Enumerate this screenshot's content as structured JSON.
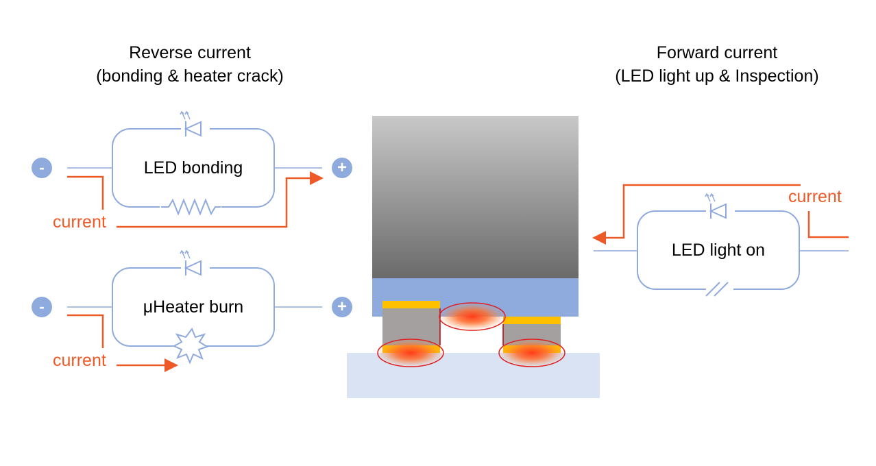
{
  "left_title": {
    "line1": "Reverse current",
    "line2": "(bonding & heater crack)"
  },
  "right_title": {
    "line1": "Forward current",
    "line2": "(LED light up & Inspection)"
  },
  "circuits": {
    "bonding": {
      "label": "LED bonding",
      "current_label": "current",
      "minus": "-",
      "plus": "+"
    },
    "heater": {
      "label": "μHeater burn",
      "current_label": "current",
      "minus": "-",
      "plus": "+"
    },
    "light": {
      "label": "LED light on",
      "current_label": "current"
    }
  },
  "colors": {
    "circuit_blue": "#8faadc",
    "current_orange": "#ed5a27",
    "terminal_blue": "#8faadc",
    "chip_dark": "#6a6a6a",
    "chip_light": "#c8c8c8",
    "substrate_light": "#dae3f3",
    "interposer_blue": "#8faadc",
    "pad_gold": "#ffc000",
    "pillar_gray": "#a5a0a0",
    "hotspot_red": "#ff3b1a"
  },
  "icons": {
    "led": "led-diode-icon",
    "resistor": "resistor-icon",
    "burst": "burst-icon",
    "capacitor": "capacitor-icon"
  }
}
